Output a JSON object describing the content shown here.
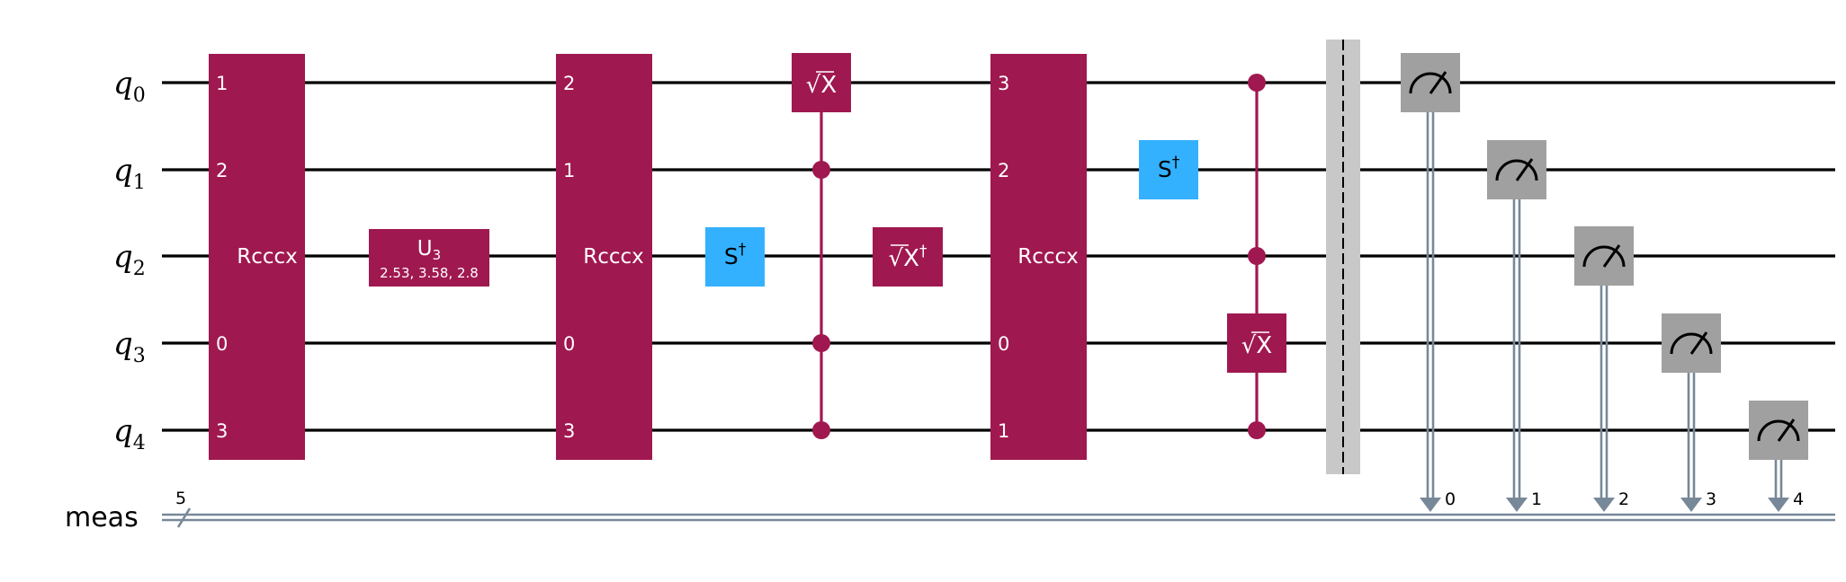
{
  "colors": {
    "wire": "#000000",
    "multi_gate": "#a01850",
    "sdg_gate": "#33b1ff",
    "measure_gate": "#a0a0a0",
    "classical_wire": "#778899",
    "barrier": "#c8c8c8"
  },
  "qubits": [
    {
      "base": "q",
      "index": "0"
    },
    {
      "base": "q",
      "index": "1"
    },
    {
      "base": "q",
      "index": "2"
    },
    {
      "base": "q",
      "index": "3"
    },
    {
      "base": "q",
      "index": "4"
    }
  ],
  "creg": {
    "label": "meas",
    "size": "5"
  },
  "rcccx_blocks": [
    {
      "label": "Rcccx",
      "pins": [
        "1",
        "2",
        "",
        "0",
        "3"
      ]
    },
    {
      "label": "Rcccx",
      "pins": [
        "2",
        "1",
        "",
        "0",
        "3"
      ]
    },
    {
      "label": "Rcccx",
      "pins": [
        "3",
        "2",
        "",
        "0",
        "1"
      ]
    }
  ],
  "u3": {
    "label": "U",
    "sub": "3",
    "params": "2.53, 3.58, 2.8"
  },
  "sdg_gates": [
    {
      "label": "S",
      "sup": "†"
    },
    {
      "label": "S",
      "sup": "†"
    }
  ],
  "sx_gates": [
    {
      "label": "X",
      "root": "√"
    },
    {
      "label": "X",
      "root": "√",
      "sup": "†"
    },
    {
      "label": "X",
      "root": "√"
    }
  ],
  "measure_bits": [
    "0",
    "1",
    "2",
    "3",
    "4"
  ]
}
